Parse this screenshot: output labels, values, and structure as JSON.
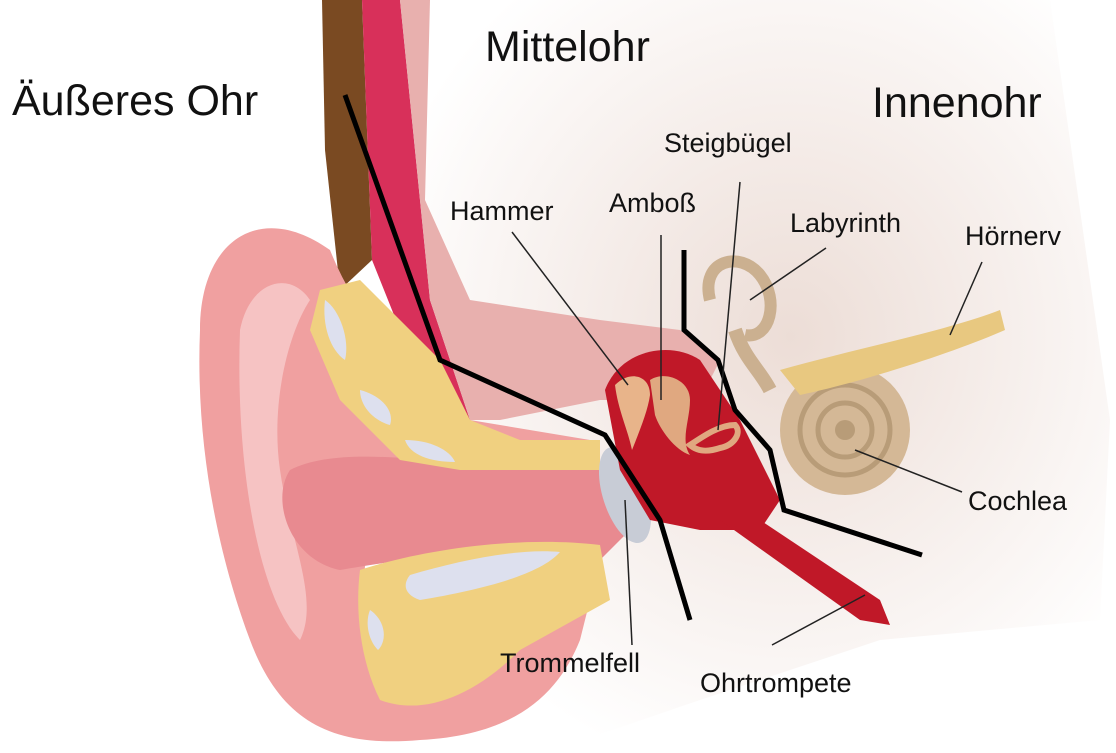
{
  "regions": {
    "outer": "Äußeres Ohr",
    "middle": "Mittelohr",
    "inner": "Innenohr"
  },
  "labels": {
    "hammer": "Hammer",
    "amboss": "Amboß",
    "steigbuegel": "Steigbügel",
    "labyrinth": "Labyrinth",
    "hoernerv": "Hörnerv",
    "cochlea": "Cochlea",
    "trommelfell": "Trommelfell",
    "ohrtrompete": "Ohrtrompete"
  },
  "colors": {
    "skin": "#f0a0a0",
    "skin_light": "#f8cccc",
    "bone": "#e8b0ae",
    "fat": "#f0d080",
    "cavity": "#c01828",
    "cartilage": "#dde0ee",
    "cochlea": "#d4b896",
    "nerve": "#e8c880",
    "hair": "#7a4a22",
    "boundary_line": "#000000"
  }
}
